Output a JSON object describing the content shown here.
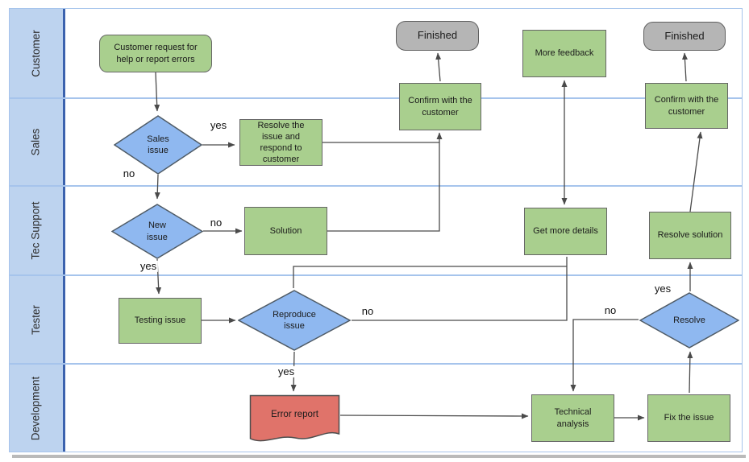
{
  "lanes": {
    "customer": "Customer",
    "sales": "Sales",
    "tec_support": "Tec Support",
    "tester": "Tester",
    "development": "Development"
  },
  "nodes": {
    "customer_request": "Customer request for help or report errors",
    "sales_issue": "Sales issue",
    "resolve_respond": "Resolve the issue and respond to customer",
    "confirm_left": "Confirm with the customer",
    "finished_left": "Finished",
    "more_feedback": "More feedback",
    "get_more_details": "Get more details",
    "resolve_solution": "Resolve solution",
    "confirm_right": "Confirm with the customer",
    "finished_right": "Finished",
    "new_issue": "New issue",
    "solution": "Solution",
    "testing_issue": "Testing issue",
    "reproduce_issue": "Reproduce issue",
    "resolve": "Resolve",
    "error_report": "Error report",
    "technical_analysis": "Technical analysis",
    "fix_the_issue": "Fix the issue"
  },
  "edge_labels": {
    "sales_issue_yes": "yes",
    "sales_issue_no": "no",
    "new_issue_no": "no",
    "new_issue_yes": "yes",
    "reproduce_yes": "yes",
    "reproduce_no": "no",
    "resolve_yes": "yes",
    "resolve_no": "no"
  },
  "colors": {
    "process_fill": "#a9cf8e",
    "decision_fill": "#8fb8f0",
    "terminator_fill": "#b5b5b5",
    "document_fill": "#e0736a",
    "lane_fill": "#bdd3ef",
    "lane_divider": "#3b62ae",
    "lane_line": "#a6c4ec",
    "edge": "#4a4a4a"
  }
}
